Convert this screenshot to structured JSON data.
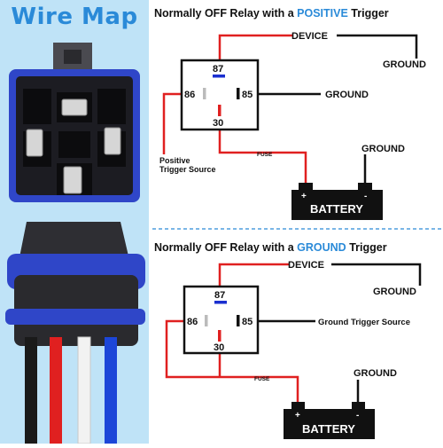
{
  "wire_map_title": "Wire Map",
  "colors": {
    "accent_blue": "#2a8ad8",
    "wire_red": "#e02020",
    "wire_black": "#111111",
    "panel_bg": "#bfe3f7",
    "relay_blue": "#2f46c8"
  },
  "diagram_top": {
    "title_prefix": "Normally OFF Relay with a ",
    "title_highlight": "POSITIVE",
    "title_suffix": " Trigger",
    "device_label": "DEVICE",
    "ground_label_1": "GROUND",
    "ground_label_2": "GROUND",
    "ground_label_3": "GROUND",
    "pin_87": "87",
    "pin_86": "86",
    "pin_85": "85",
    "pin_30": "30",
    "fuse_label": "FUSE",
    "trigger_line_1": "Positive",
    "trigger_line_2": "Trigger Source",
    "battery_label": "BATTERY",
    "battery_plus": "+",
    "battery_minus": "-"
  },
  "diagram_bottom": {
    "title_prefix": "Normally OFF Relay with a ",
    "title_highlight": "GROUND",
    "title_suffix": " Trigger",
    "device_label": "DEVICE",
    "ground_label_1": "GROUND",
    "ground_label_2": "GROUND",
    "trigger_label": "Ground Trigger Source",
    "pin_87": "87",
    "pin_86": "86",
    "pin_85": "85",
    "pin_30": "30",
    "fuse_label": "FUSE",
    "battery_label": "BATTERY",
    "battery_plus": "+",
    "battery_minus": "-"
  }
}
